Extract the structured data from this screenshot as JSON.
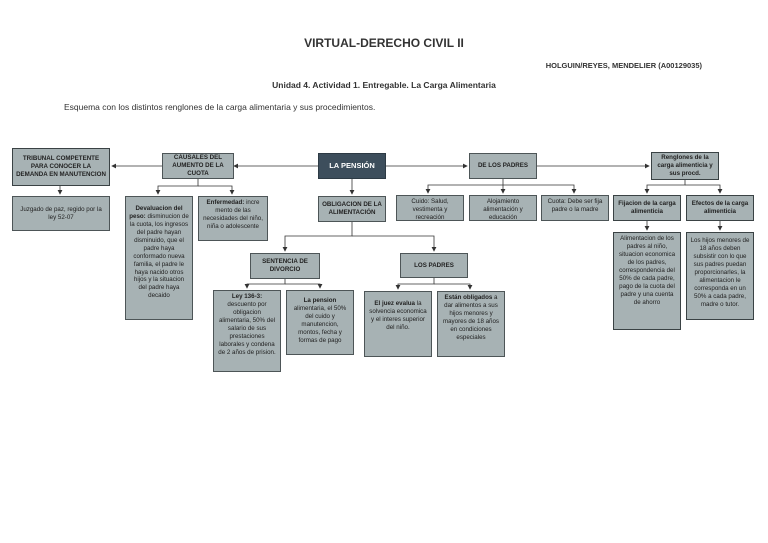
{
  "header": {
    "title": "VIRTUAL-DERECHO CIVIL II",
    "author": "HOLGUIN/REYES, MENDELIER (A00129035)",
    "subtitle": "Unidad 4. Actividad 1. Entregable. La Carga Alimentaria",
    "intro": "Esquema con los distintos renglones de la carga alimentaria y sus procedimientos."
  },
  "diagram": {
    "root": "LA PENSIÓN",
    "tribunal": {
      "title": "TRIBUNAL COMPETENTE PARA CONOCER LA DEMANDA EN MANUTENCION",
      "detail": "Juzgado de paz, regido por la ley 52-07"
    },
    "causales": {
      "title": "CAUSALES DEL AUMENTO DE LA CUOTA",
      "devaluacion_bold": "Devaluacion del peso:",
      "devaluacion_text": "disminucion de la cuota, los ingresos del padre hayan disminuido, que el padre haya conformado nueva familia, el padre le haya nacido otros hijos y la situacion del padre haya decaido",
      "enfermedad_bold": "Enfermedad:",
      "enfermedad_text": "incre mento de las necesidades del niño, niña o adolescente"
    },
    "obligacion": {
      "title": "OBLIGACION DE LA ALIMENTACIÓN",
      "sentencia": {
        "title": "SENTENCIA DE DIVORCIO",
        "ley_bold": "Ley 136-3:",
        "ley_text": "descuento por obligacion alimentaria, 50% del salario de sus prestaciones laborales y condena de 2 años de prision.",
        "pension_bold": "La pension",
        "pension_text": "alimentaria, el 50% del cuido y manutencion, montos, fecha y formas de pago"
      },
      "padres": {
        "title": "LOS PADRES",
        "juez_bold": "El juez evalua",
        "juez_text": "la solvencia economica y el interes superior del niño.",
        "obligados_bold": "Están obligados",
        "obligados_text": "a dar alimentos a sus hijos menores y mayores de 18 años en condiciones especiales"
      }
    },
    "de_los_padres": {
      "title": "DE LOS PADRES",
      "cuido": "Cuido: Salud, vestimenta y recreación",
      "alojamiento": "Alojamiento alimentación y educación",
      "cuota": "Cuota: Debe ser fija padre o la madre"
    },
    "renglones": {
      "title": "Renglones de la carga alimenticia y sus procd.",
      "fijacion": {
        "title": "Fijacion de la carga alimenticia",
        "text": "Alimentacion de los padres al niño, situacion economica de los padres, correspondencia del 50% de cada padre, pago de la cuota del padre y una cuenta de ahorro"
      },
      "efectos": {
        "title": "Efectos de la carga alimenticia",
        "text": "Los hijos menores de 18 años deben subsistir con lo que sus padres puedan proporcionarles, la alimentacion le corresponda en un 50% a cada padre, madre o tutor."
      }
    }
  }
}
